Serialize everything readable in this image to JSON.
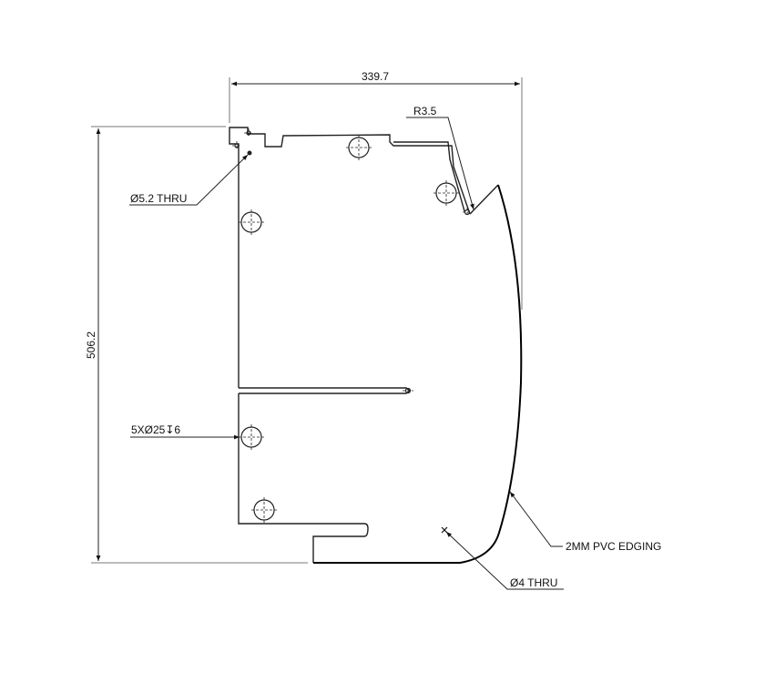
{
  "drawing": {
    "type": "technical-part-drawing",
    "dimensions": {
      "width": "339.7",
      "height": "506.2"
    },
    "callouts": {
      "radius": "R3.5",
      "small_hole": "Ø5.2 THRU",
      "large_holes": "5XØ25↧6",
      "bottom_hole": "Ø4 THRU",
      "edging": "2MM PVC EDGING"
    },
    "colors": {
      "line": "#222222",
      "background": "#ffffff"
    }
  }
}
